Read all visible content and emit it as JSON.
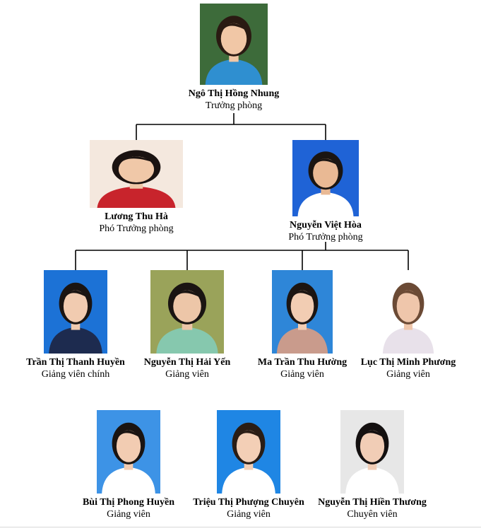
{
  "members": [
    {
      "id": "head",
      "name": "Ngô Thị Hồng Nhung",
      "role": "Trưởng phòng",
      "photo": {
        "bg": "#3d6b3a",
        "shirt": "#2f8fd0",
        "hair": "#2a1a12",
        "skin": "#f1c7a6"
      }
    },
    {
      "id": "deputy-1",
      "name": "Lương Thu Hà",
      "role": "Phó Trưởng phòng",
      "photo": {
        "bg": "#f4e8de",
        "shirt": "#c8242c",
        "hair": "#1a1210",
        "skin": "#f0c8a8"
      }
    },
    {
      "id": "deputy-2",
      "name": "Nguyễn Việt Hòa",
      "role": "Phó Trưởng phòng",
      "photo": {
        "bg": "#1f63d6",
        "shirt": "#ffffff",
        "hair": "#1a1512",
        "skin": "#e9b994"
      }
    },
    {
      "id": "staff-1",
      "name": "Trần Thị Thanh Huyền",
      "role": "Giảng viên chính",
      "photo": {
        "bg": "#1c72d6",
        "shirt": "#1d2b4f",
        "hair": "#1a1412",
        "skin": "#f1cbb0"
      }
    },
    {
      "id": "staff-2",
      "name": "Nguyễn Thị Hải Yến",
      "role": "Giảng viên",
      "photo": {
        "bg": "#9aa35a",
        "shirt": "#86c8ae",
        "hair": "#1a1412",
        "skin": "#edc6a8"
      }
    },
    {
      "id": "staff-3",
      "name": "Ma Trần Thu Hường",
      "role": "Giảng viên",
      "photo": {
        "bg": "#2e86d8",
        "shirt": "#c99b8c",
        "hair": "#1c1512",
        "skin": "#f2cdb3"
      }
    },
    {
      "id": "staff-4",
      "name": "Lục Thị Minh Phương",
      "role": "Giảng viên",
      "photo": {
        "bg": "#ffffff",
        "shirt": "#e8e1ea",
        "hair": "#6b4a35",
        "skin": "#efc6ab"
      }
    },
    {
      "id": "staff-5",
      "name": "Bùi Thị Phong Huyền",
      "role": "Giảng viên",
      "photo": {
        "bg": "#3d93e6",
        "shirt": "#ffffff",
        "hair": "#1a1412",
        "skin": "#f2ccb2"
      }
    },
    {
      "id": "staff-6",
      "name": "Triệu Thị Phượng Chuyên",
      "role": "Giảng viên",
      "photo": {
        "bg": "#1f86e4",
        "shirt": "#ffffff",
        "hair": "#2a1d15",
        "skin": "#f3cfb6"
      }
    },
    {
      "id": "staff-7",
      "name": "Nguyễn Thị Hiền Thương",
      "role": "Chuyên viên",
      "photo": {
        "bg": "#e7e7e7",
        "shirt": "#ffffff",
        "hair": "#141010",
        "skin": "#f1cdb6"
      }
    }
  ],
  "links": [
    {
      "from": "head",
      "to": "deputy-1"
    },
    {
      "from": "head",
      "to": "deputy-2"
    },
    {
      "from": "deputy-2",
      "to": "staff-1"
    },
    {
      "from": "deputy-2",
      "to": "staff-2"
    },
    {
      "from": "deputy-2",
      "to": "staff-3"
    },
    {
      "from": "deputy-2",
      "to": "staff-4"
    }
  ]
}
